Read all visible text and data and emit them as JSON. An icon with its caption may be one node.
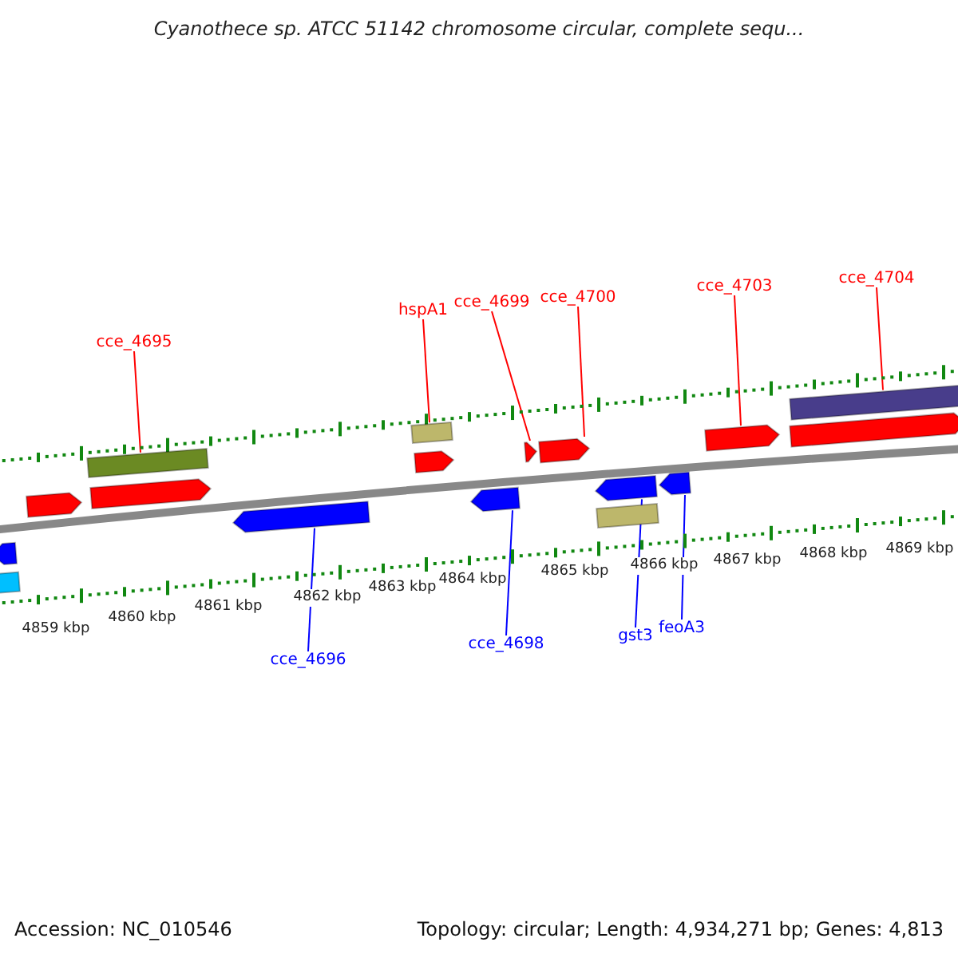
{
  "diagram": {
    "title": "Cyanothece sp. ATCC 51142 chromosome circular, complete sequ...",
    "nodes": [
      {
        "text": [
          "cce_4695"
        ]
      },
      {
        "text": [
          "hspA1"
        ]
      },
      {
        "text": [
          "cce_4699"
        ]
      },
      {
        "text": [
          "cce_4700"
        ]
      },
      {
        "text": [
          "cce_4703"
        ]
      },
      {
        "text": [
          "cce_4704"
        ]
      },
      {
        "text": [
          "cce_4696"
        ]
      },
      {
        "text": [
          "cce_4698"
        ]
      },
      {
        "text": [
          "gst3"
        ]
      },
      {
        "text": [
          "feoA3"
        ]
      },
      {
        "text": [],
        "shape": "pentagon"
      },
      {
        "text": [],
        "shape": "bar"
      },
      {
        "text": [],
        "shape": "pentagon"
      },
      {
        "text": [],
        "shape": "bar"
      },
      {
        "text": [],
        "shape": "pentagon"
      },
      {
        "text": [],
        "shape": "pentagon"
      },
      {
        "text": [],
        "shape": "bar"
      },
      {
        "text": [],
        "shape": "pentagon"
      },
      {
        "text": [],
        "shape": "pentagon"
      },
      {
        "text": [],
        "shape": "pentagon"
      },
      {
        "text": [],
        "shape": "pentagon"
      },
      {
        "text": [],
        "shape": "pentagon"
      },
      {
        "text": [],
        "shape": "bar"
      },
      {
        "text": [],
        "shape": "pentagon"
      },
      {
        "text": [],
        "shape": "pentagon"
      },
      {
        "text": [],
        "shape": "bar"
      },
      {
        "text": [],
        "shape": "pentagon"
      }
    ],
    "edges": [
      {
        "from": 0,
        "to": 13,
        "arrow": "none"
      },
      {
        "from": 1,
        "to": 16,
        "arrow": "none"
      },
      {
        "from": 2,
        "to": 19,
        "arrow": "none"
      },
      {
        "from": 3,
        "to": 20,
        "arrow": "none"
      },
      {
        "from": 4,
        "to": 24,
        "arrow": "none"
      },
      {
        "from": 5,
        "to": 25,
        "arrow": "none"
      },
      {
        "from": 6,
        "to": 15,
        "arrow": "none",
        "color": "#0000ff"
      },
      {
        "from": 7,
        "to": 18,
        "arrow": "none",
        "color": "#0000ff"
      },
      {
        "from": 8,
        "to": 21,
        "arrow": "none",
        "color": "#0000ff"
      },
      {
        "from": 9,
        "to": 23,
        "arrow": "none",
        "color": "#0000ff"
      }
    ],
    "labels": [
      "4859 kbp",
      "4860 kbp",
      "4861 kbp",
      "4862 kbp",
      "4863 kbp",
      "4864 kbp",
      "4865 kbp",
      "4866 kbp",
      "4867 kbp",
      "4868 kbp",
      "4869 kbp",
      "Accession: NC_010546",
      "Topology: circular; Length: 4,934,271 bp; Genes: 4,813"
    ]
  }
}
